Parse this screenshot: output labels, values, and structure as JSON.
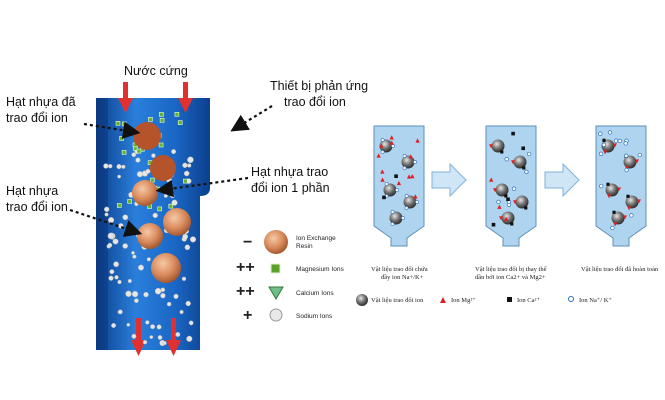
{
  "left_diagram": {
    "top_label": "Nước cứng",
    "reactor_label": "Thiết bị phản ứng trao đổi ion",
    "resin_exchanged_label": "Hạt nhựa đã trao đổi ion",
    "resin_partial_label": "Hạt nhựa trao đổi ion 1 phần",
    "resin_label": "Hạt nhựa trao đổi ion",
    "legend": [
      {
        "sign": "−",
        "label_1": "Ion Exchange",
        "label_2": "Resin",
        "icon": "resin-bead"
      },
      {
        "sign": "++",
        "label_1": "Magnesium Ions",
        "label_2": "",
        "icon": "magnesium-square"
      },
      {
        "sign": "++",
        "label_1": "Calcium Ions",
        "label_2": "",
        "icon": "calcium-triangle"
      },
      {
        "sign": "+",
        "label_1": "Sodium Ions",
        "label_2": "",
        "icon": "sodium-circle"
      }
    ]
  },
  "right_diagram": {
    "stages": [
      {
        "caption_1": "Vật liệu trao đổi chứa",
        "caption_2": "đầy ion Na+/K+"
      },
      {
        "caption_1": "Vật liệu trao đổi bị thay thế",
        "caption_2": "dần bởi ion Ca2+ và Mg2+"
      },
      {
        "caption_1": "Vật liệu trao đổi đã hoàn toàn",
        "caption_2": ""
      }
    ],
    "legend": [
      {
        "label": "Vật liệu trao đổi ion",
        "icon": "resin-bead"
      },
      {
        "label": "Ion Mg²⁺",
        "icon": "red-triangle"
      },
      {
        "label": "Ion Ca²⁺",
        "icon": "black-square"
      },
      {
        "label": "Ion Na⁺/ K⁺",
        "icon": "blue-circle"
      }
    ]
  },
  "colors": {
    "column_blue": "#1a66c4",
    "arrow_red": "#e03030",
    "resin_bead": "#d98a5c",
    "small_column": "#aed4f0",
    "flow_arrow": "#cfe6f7"
  }
}
